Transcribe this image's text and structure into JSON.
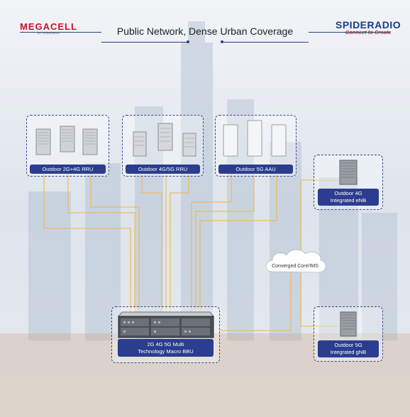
{
  "header": {
    "title": "Public Network, Dense Urban Coverage",
    "logo_left": {
      "name": "MEGACELL",
      "sub": "BY SPIDERADIO"
    },
    "logo_right": {
      "name": "SPIDERADIO",
      "tagline": "Connect to Create"
    }
  },
  "nodes": {
    "rru_2g4g": {
      "label": "Outdoor 2G+4G RRU"
    },
    "rru_4g5g": {
      "label": "Outdoor 4G/5G RRU"
    },
    "aau_5g": {
      "label": "Outdoor 5G AAU"
    },
    "enb_4g": {
      "line1": "Outdoor 4G",
      "line2": "Integrated eNB"
    },
    "gnb_5g": {
      "line1": "Outdoor 5G",
      "line2": "Integrated gNB"
    },
    "bbu": {
      "line1": "2G 4G 5G Multi",
      "line2": "Technology Macro BBU"
    },
    "core": {
      "label": "Converged Core/IMS"
    }
  },
  "colors": {
    "accent": "#2a3d8f",
    "link": "#f0b640",
    "border": "#3b4a8a"
  }
}
